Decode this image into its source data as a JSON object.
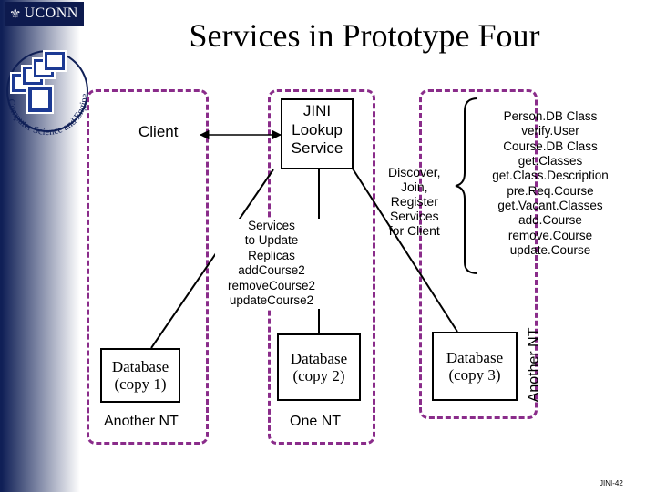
{
  "header": {
    "brand": "UCONN",
    "title": "Services in Prototype Four"
  },
  "logo": {
    "icon": "cse-windows-logo-icon",
    "caption": "Computer Science and Engineering"
  },
  "diagram": {
    "client": "Client",
    "lookup": {
      "line1": "JINI",
      "line2": "Lookup",
      "line3": "Service"
    },
    "discover": [
      "Discover,",
      "Join,",
      "Register",
      "Services",
      "for Client"
    ],
    "services": [
      "Services",
      "to Update",
      "Replicas",
      "addCourse2",
      "removeCourse2",
      "updateCourse2"
    ],
    "person_db": [
      "Person.DB Class",
      "verify.User",
      "Course.DB Class",
      "get.Classes",
      "get.Class.Description",
      "pre.Req.Course",
      "get.Vacant.Classes",
      "add.Course",
      "remove.Course",
      "update.Course"
    ],
    "db1": {
      "line1": "Database",
      "line2": "(copy 1)",
      "nt": "Another NT"
    },
    "db2": {
      "line1": "Database",
      "line2": "(copy 2)",
      "nt": "One NT"
    },
    "db3": {
      "line1": "Database",
      "line2": "(copy 3)",
      "nt": "Another NT"
    },
    "colors": {
      "dashed_border": "#8a2c8a",
      "sidebar": "#0f1f56"
    }
  },
  "footer": {
    "slide_number": "JINI-42"
  }
}
